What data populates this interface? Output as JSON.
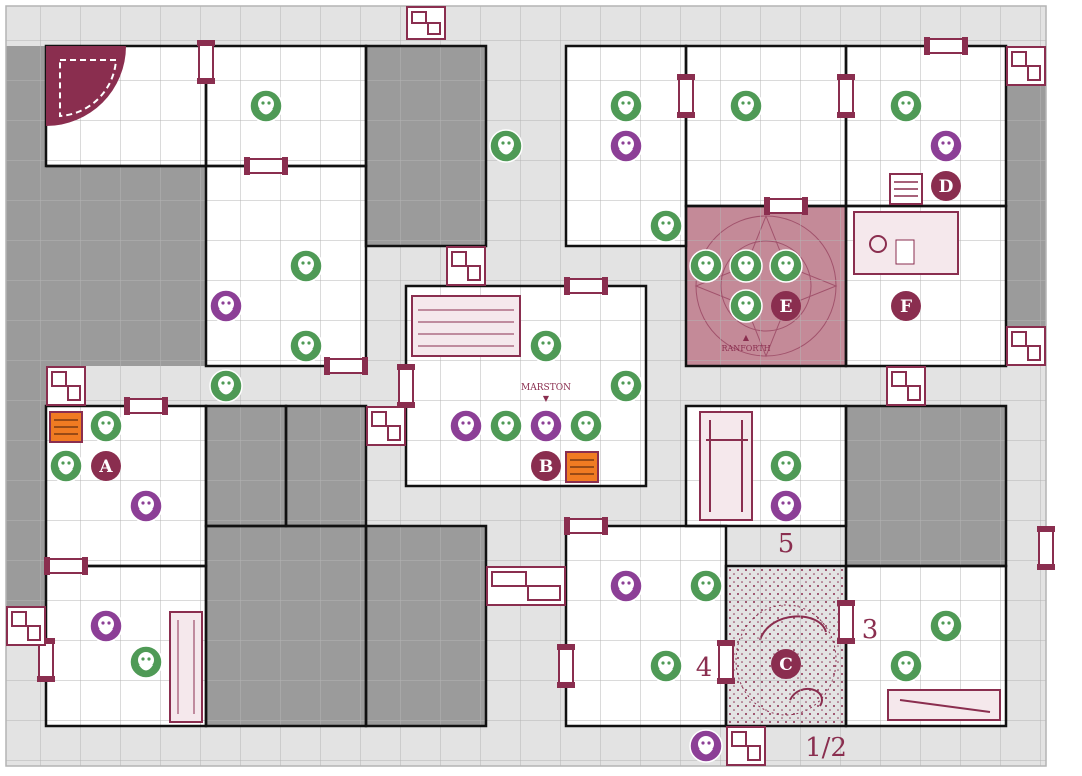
{
  "map": {
    "room_letters": [
      "A",
      "B",
      "C",
      "D",
      "E",
      "F"
    ],
    "numbers": [
      "5",
      "4",
      "3",
      "1/2"
    ],
    "names": {
      "marston": "MARSTON",
      "ranforth": "RANFORTH"
    },
    "marker_arrow": "▼",
    "ranforth_arrow": "▲",
    "colors": {
      "floor": "#ffffff",
      "corridor": "#e3e3e3",
      "wall": "#9b9b9b",
      "grid": "#b4b4b4",
      "accent": "#8a2e4f",
      "green": "#4f9a56",
      "purple": "#8c3f96",
      "orange": "#f07b22"
    },
    "icons": {
      "monster_green": "goblin-token-icon",
      "monster_purple": "ogre-token-icon",
      "door": "door-icon",
      "rubble": "rubble-block-icon",
      "trap": "chest-icon"
    }
  }
}
